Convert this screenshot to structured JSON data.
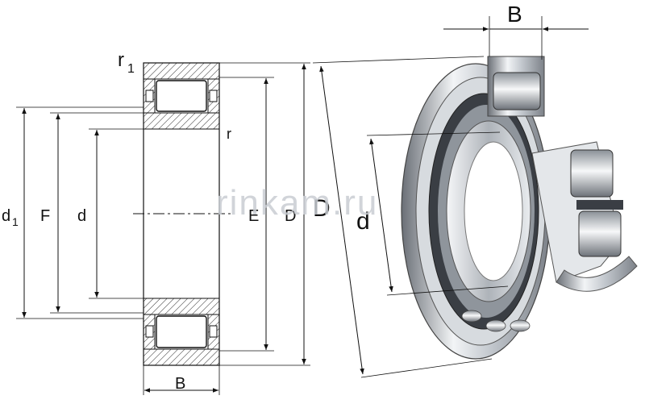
{
  "labels": {
    "r1": "r",
    "r1_sub": "1",
    "r": "r",
    "d1": "d",
    "d1_sub": "1",
    "F": "F",
    "d_left": "d",
    "E": "E",
    "D_left": "D",
    "B_bottom": "B",
    "D_right": "D",
    "d_right": "d",
    "B_top": "B"
  },
  "watermark": "rinkam.ru",
  "colors": {
    "line": "#111111",
    "hatch": "#222222",
    "steel_light": "#eef0f2",
    "steel_mid": "#b9bec4",
    "steel_dark": "#5a5f66",
    "cage": "#3a3e44"
  }
}
